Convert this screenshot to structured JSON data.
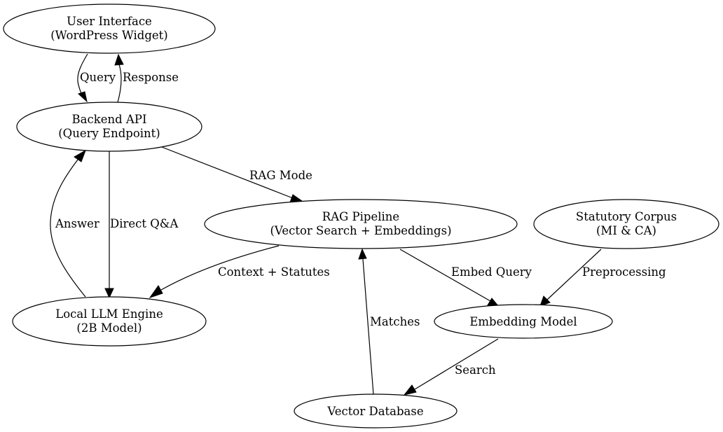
{
  "diagram": {
    "type": "directed-graph",
    "colors": {
      "stroke": "#000000",
      "fill": "#ffffff",
      "text": "#000000"
    },
    "nodes": [
      {
        "id": "ui",
        "lines": [
          "User Interface",
          "(WordPress Widget)"
        ]
      },
      {
        "id": "api",
        "lines": [
          "Backend API",
          "(Query Endpoint)"
        ]
      },
      {
        "id": "rag",
        "lines": [
          "RAG Pipeline",
          "(Vector Search + Embeddings)"
        ]
      },
      {
        "id": "corpus",
        "lines": [
          "Statutory Corpus",
          "(MI & CA)"
        ]
      },
      {
        "id": "llm",
        "lines": [
          "Local LLM Engine",
          "(2B Model)"
        ]
      },
      {
        "id": "embed",
        "lines": [
          "Embedding Model"
        ]
      },
      {
        "id": "vdb",
        "lines": [
          "Vector Database"
        ]
      }
    ],
    "edges": [
      {
        "id": "ui-api",
        "from": "ui",
        "to": "api",
        "label": "Query"
      },
      {
        "id": "api-ui",
        "from": "api",
        "to": "ui",
        "label": "Response"
      },
      {
        "id": "api-rag",
        "from": "api",
        "to": "rag",
        "label": "RAG Mode"
      },
      {
        "id": "api-llm",
        "from": "api",
        "to": "llm",
        "label": "Direct Q&A"
      },
      {
        "id": "llm-api",
        "from": "llm",
        "to": "api",
        "label": "Answer"
      },
      {
        "id": "rag-llm",
        "from": "rag",
        "to": "llm",
        "label": "Context + Statutes"
      },
      {
        "id": "rag-embed",
        "from": "rag",
        "to": "embed",
        "label": "Embed Query"
      },
      {
        "id": "corpus-embed",
        "from": "corpus",
        "to": "embed",
        "label": "Preprocessing"
      },
      {
        "id": "embed-vdb",
        "from": "embed",
        "to": "vdb",
        "label": "Search"
      },
      {
        "id": "vdb-rag",
        "from": "vdb",
        "to": "rag",
        "label": "Matches"
      }
    ]
  }
}
